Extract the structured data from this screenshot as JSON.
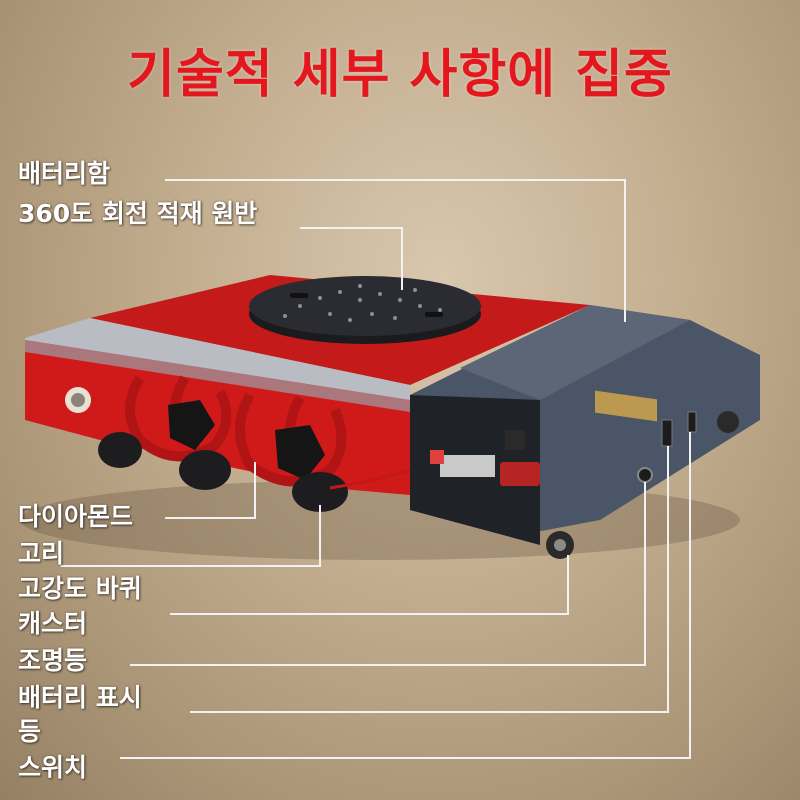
{
  "title": "기술적 세부 사항에 집중",
  "callouts": {
    "battery_box": "배터리함",
    "turntable": "360도 회전 적재 원반",
    "diamond": "다이아몬드",
    "ring": "고리",
    "wheel": "고강도 바퀴",
    "caster": "캐스터",
    "light": "조명등",
    "indicator_1": "배터리 표시",
    "indicator_2": "등",
    "switch": "스위치"
  },
  "colors": {
    "title": "#e4161e",
    "dolly_red": "#d01a1a",
    "battery_grey": "#4a5568",
    "leader_line": "#f2f2f2"
  }
}
